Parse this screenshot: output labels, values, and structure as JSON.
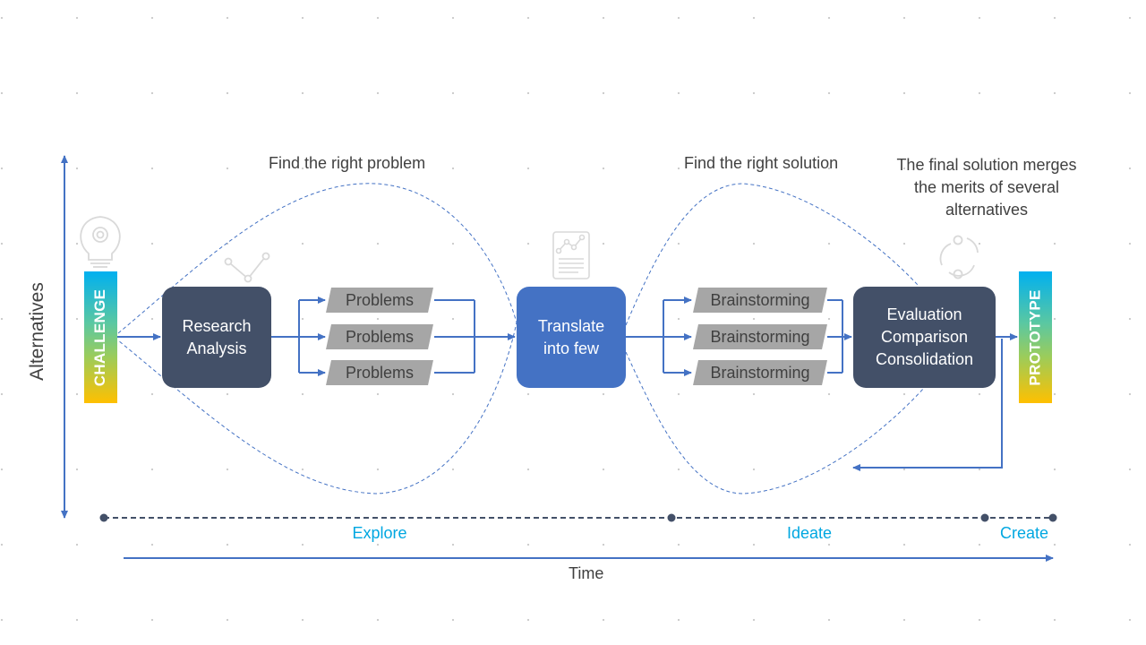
{
  "axes": {
    "y_label": "Alternatives",
    "x_label": "Time"
  },
  "annotations": {
    "find_problem": "Find the right problem",
    "find_solution": "Find the right solution",
    "final_solution": [
      "The final solution merges",
      "the merits of several",
      "alternatives"
    ]
  },
  "challenge": {
    "label": "CHALLENGE"
  },
  "prototype": {
    "label": "PROTOTYPE"
  },
  "research": {
    "lines": [
      "Research",
      "Analysis"
    ]
  },
  "problems": [
    "Problems",
    "Problems",
    "Problems"
  ],
  "translate": {
    "lines": [
      "Translate",
      "into few"
    ]
  },
  "brainstorming": [
    "Brainstorming",
    "Brainstorming",
    "Brainstorming"
  ],
  "evaluation": {
    "lines": [
      "Evaluation",
      "Comparison",
      "Consolidation"
    ]
  },
  "phases": {
    "explore": "Explore",
    "ideate": "Ideate",
    "create": "Create"
  },
  "colors": {
    "arrow": "#4472c4",
    "dark_box": "#435068",
    "blue_box": "#4472c4",
    "para": "#a6a6a6",
    "phase_text": "#00a7e1",
    "timeline": "#435068",
    "gradient": [
      "#00b0f0",
      "#9ccc5a",
      "#ffc000"
    ]
  },
  "icons": [
    "lightbulb-gear-icon",
    "network-icon",
    "document-chart-icon",
    "refresh-cycle-icon"
  ]
}
